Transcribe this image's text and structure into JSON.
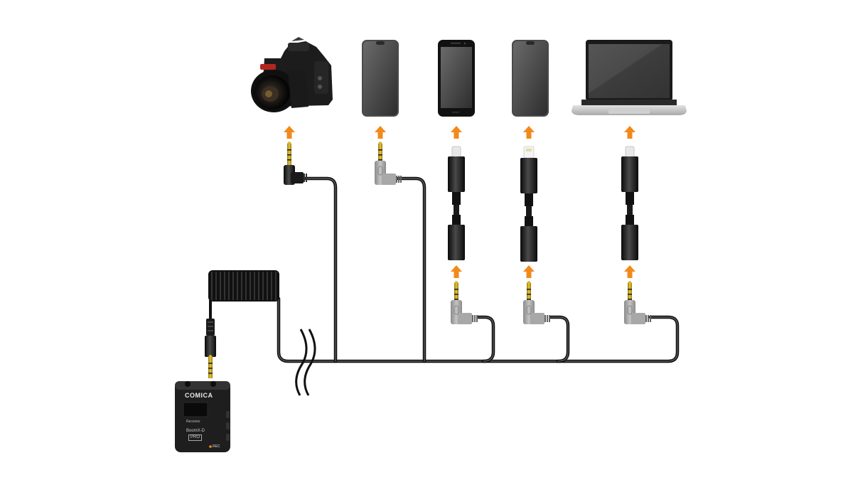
{
  "diagram": {
    "title": "Receiver connection diagram",
    "accent_color": "#f28a1b",
    "receiver": {
      "brand": "COMICA",
      "screen_label": "Receiver",
      "model_line1": "BoomX-D",
      "model_line2": "PRO",
      "rec_label": "REC"
    },
    "devices": [
      {
        "id": "camera",
        "label": "DSLR camera",
        "connector": "3.5mm TRS right-angle (black)"
      },
      {
        "id": "phone-1",
        "label": "Smartphone (headphone jack)",
        "connector": "3.5mm TRRS right-angle (gray)"
      },
      {
        "id": "phone-2",
        "label": "Android phone",
        "connector": "USB-C adapter + 3.5mm TRRS"
      },
      {
        "id": "phone-3",
        "label": "iPhone",
        "connector": "Lightning adapter + 3.5mm TRRS"
      },
      {
        "id": "laptop",
        "label": "Laptop",
        "connector": "USB-C adapter + 3.5mm TRRS"
      }
    ]
  }
}
